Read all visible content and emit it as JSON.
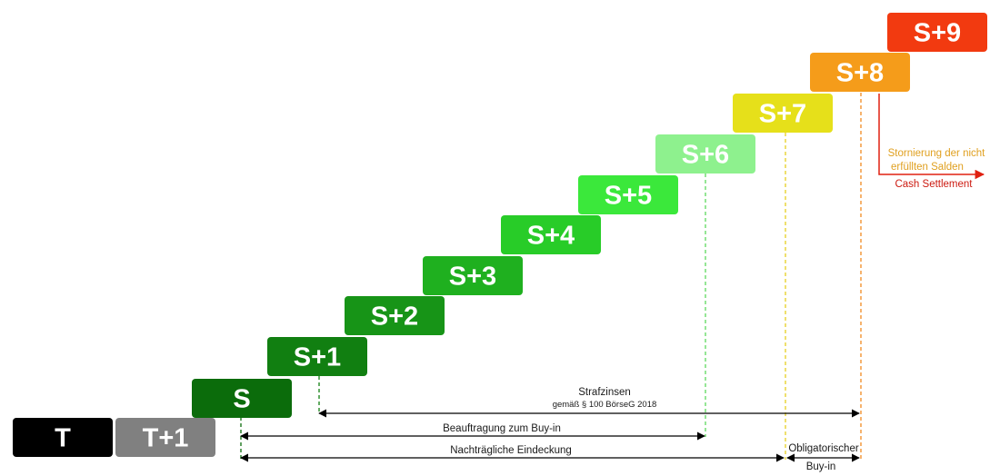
{
  "steps": [
    {
      "label": "T",
      "color": "#000000"
    },
    {
      "label": "T+1",
      "color": "#808080"
    },
    {
      "label": "S",
      "color": "#0b6c0b"
    },
    {
      "label": "S+1",
      "color": "#117f11"
    },
    {
      "label": "S+2",
      "color": "#179417"
    },
    {
      "label": "S+3",
      "color": "#1fb01f"
    },
    {
      "label": "S+4",
      "color": "#28cc28"
    },
    {
      "label": "S+5",
      "color": "#3be83b"
    },
    {
      "label": "S+6",
      "color": "#8ef18e"
    },
    {
      "label": "S+7",
      "color": "#e6e01a"
    },
    {
      "label": "S+8",
      "color": "#f59c1a"
    },
    {
      "label": "S+9",
      "color": "#f23a10"
    }
  ],
  "annotations": {
    "strafzinsen": "Strafzinsen",
    "strafzinsen_sub": "gemäß § 100 BörseG 2018",
    "beauftragung": "Beauftragung zum Buy-in",
    "eindeckung": "Nachträgliche Eindeckung",
    "obligatorisch_1": "Obligatorischer",
    "obligatorisch_2": "Buy-in",
    "stornierung_1": "Stornierung der nicht",
    "stornierung_2": "erfüllten Salden",
    "cash_settlement": "Cash Settlement"
  },
  "colors": {
    "marker_s": "#0b6c0b",
    "marker_s1": "#117f11",
    "marker_s6": "#5ed85e",
    "marker_s7": "#e6d020",
    "marker_s8": "#f08a20",
    "cash_arrow": "#e02010"
  }
}
